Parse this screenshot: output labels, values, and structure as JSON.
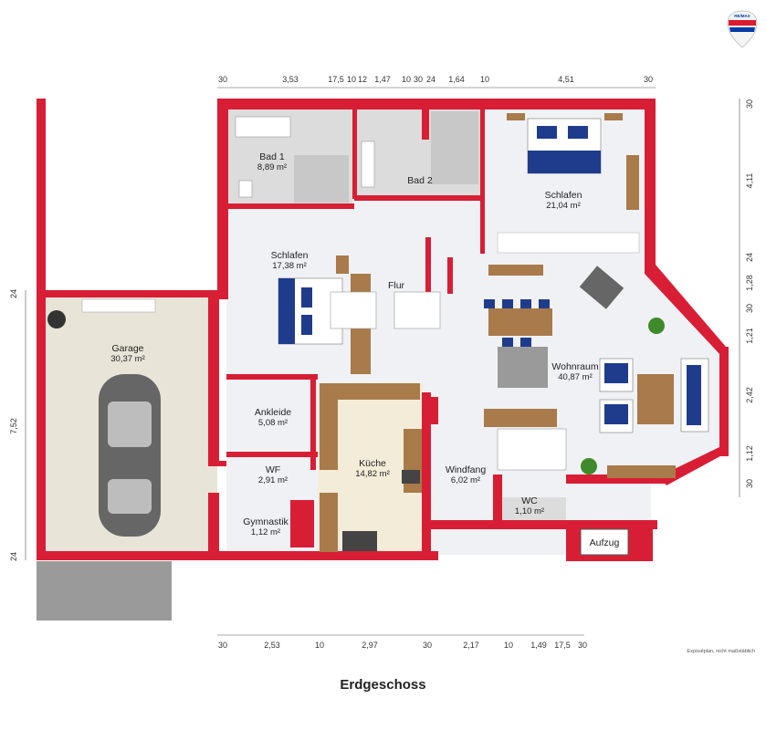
{
  "colors": {
    "wall": "#d81e35",
    "floor_light": "#f0f1f5",
    "floor_garage": "#e8e4d8",
    "tile": "#dcdcdc",
    "wood": "#a97a4a",
    "bed_blue": "#1f3c8c",
    "kitchen_floor": "#f3ecd8",
    "logo_red": "#dc1c2e",
    "logo_blue": "#003da5"
  },
  "logo": {
    "text": "RE/MAX"
  },
  "rooms": {
    "bad1": {
      "name": "Bad 1",
      "area": "8,89 m²"
    },
    "bad2": {
      "name": "Bad 2"
    },
    "schlafen_top": {
      "name": "Schlafen",
      "area": "21,04 m²"
    },
    "schlafen_left": {
      "name": "Schlafen",
      "area": "17,38 m²"
    },
    "flur": {
      "name": "Flur"
    },
    "garage": {
      "name": "Garage",
      "area": "30,37 m²"
    },
    "wohnraum": {
      "name": "Wohnraum",
      "area": "40,87 m²"
    },
    "ankleide": {
      "name": "Ankleide",
      "area": "5,08 m²"
    },
    "kueche": {
      "name": "Küche",
      "area": "14,82 m²"
    },
    "wf": {
      "name": "WF",
      "area": "2,91 m²"
    },
    "windfang": {
      "name": "Windfang",
      "area": "6,02 m²"
    },
    "gymnastik": {
      "name": "Gymnastik",
      "area": "1,12 m²"
    },
    "wc": {
      "name": "WC",
      "area": "1,10 m²"
    },
    "aufzug": {
      "name": "Aufzug"
    }
  },
  "dimensions": {
    "top": [
      "30",
      "3,53",
      "17,5",
      "10",
      "12",
      "1,47",
      "10",
      "30",
      "24",
      "1,64",
      "10",
      "4,51",
      "30"
    ],
    "bottom": [
      "30",
      "2,53",
      "10",
      "2,97",
      "30",
      "2,17",
      "10",
      "1,49",
      "17,5",
      "30"
    ],
    "left": [
      "24",
      "7,52",
      "24"
    ],
    "right": [
      "30",
      "4,11",
      "24",
      "1,28",
      "30",
      "1,21",
      "2,42",
      "1,12",
      "30"
    ]
  },
  "title": "Erdgeschoss",
  "note": "Exposéplan, nicht maßstäblich"
}
